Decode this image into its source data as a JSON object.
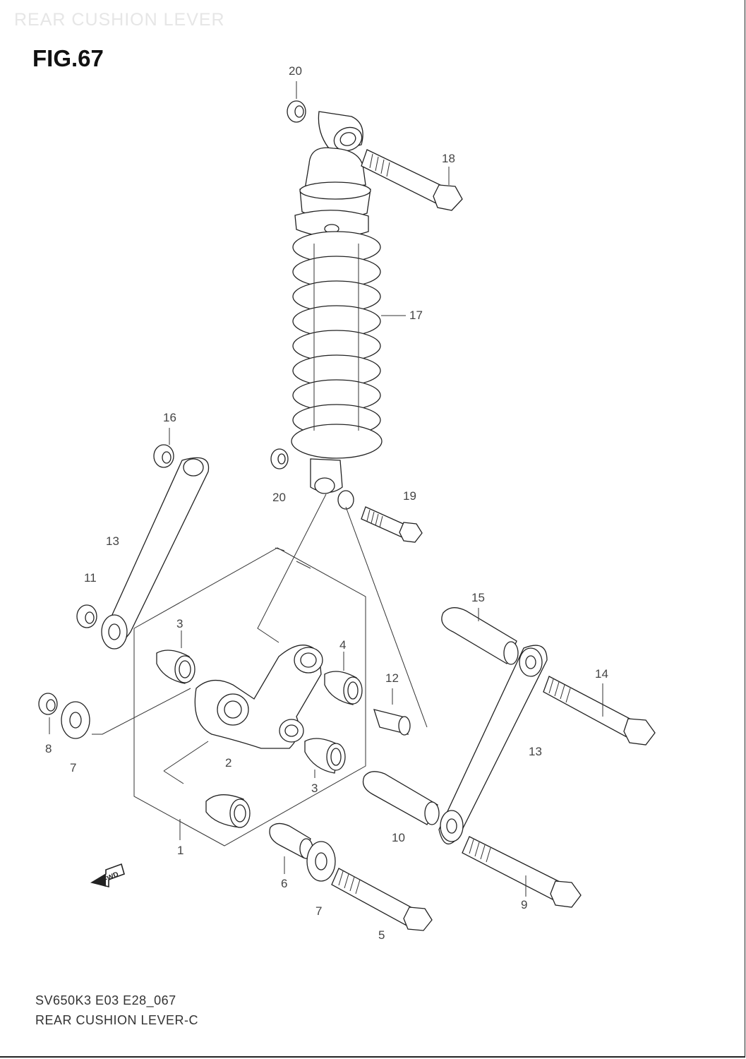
{
  "header": {
    "watermark": "REAR CUSHION LEVER"
  },
  "figure": {
    "title": "FIG.67"
  },
  "footer": {
    "code": "SV650K3 E03 E28_067",
    "name": "REAR CUSHION LEVER-C"
  },
  "forward_marker": {
    "label": "FWD"
  },
  "callouts": [
    {
      "id": "c20a",
      "text": "20"
    },
    {
      "id": "c18",
      "text": "18"
    },
    {
      "id": "c17",
      "text": "17"
    },
    {
      "id": "c16",
      "text": "16"
    },
    {
      "id": "c20b",
      "text": "20"
    },
    {
      "id": "c19",
      "text": "19"
    },
    {
      "id": "c13a",
      "text": "13"
    },
    {
      "id": "c11",
      "text": "11"
    },
    {
      "id": "c3a",
      "text": "3"
    },
    {
      "id": "c4",
      "text": "4"
    },
    {
      "id": "c15",
      "text": "15"
    },
    {
      "id": "c14",
      "text": "14"
    },
    {
      "id": "c12",
      "text": "12"
    },
    {
      "id": "c8",
      "text": "8"
    },
    {
      "id": "c7a",
      "text": "7"
    },
    {
      "id": "c2",
      "text": "2"
    },
    {
      "id": "c3b",
      "text": "3"
    },
    {
      "id": "c13b",
      "text": "13"
    },
    {
      "id": "c10",
      "text": "10"
    },
    {
      "id": "c1",
      "text": "1"
    },
    {
      "id": "c6",
      "text": "6"
    },
    {
      "id": "c7b",
      "text": "7"
    },
    {
      "id": "c9",
      "text": "9"
    },
    {
      "id": "c5",
      "text": "5"
    }
  ]
}
